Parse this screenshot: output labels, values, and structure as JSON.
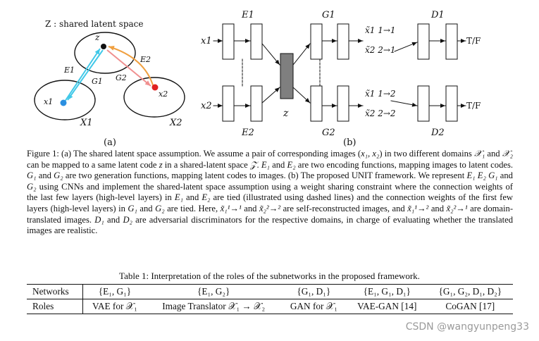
{
  "figure_a": {
    "title": "Z : shared latent space",
    "node_z": "z",
    "node_x1": "x1",
    "node_x2": "x2",
    "domain_1": "X1",
    "domain_2": "X2",
    "edge_e1": "E1",
    "edge_g1": "G1",
    "edge_g2": "G2",
    "edge_e2": "E2",
    "panel_label": "(a)",
    "colors": {
      "e1_arrow": "#40c8e8",
      "e2_arrow": "#f0a040",
      "g_arrow": "#f09090",
      "x1_point": "#2a8fe0",
      "x2_point": "#e02020"
    }
  },
  "figure_b": {
    "input_1": "x1",
    "input_2": "x2",
    "enc_1": "E1",
    "enc_2": "E2",
    "gen_1": "G1",
    "gen_2": "G2",
    "disc_1": "D1",
    "disc_2": "D2",
    "latent": "z",
    "out_11": "x̃1 1→1",
    "out_21": "x̃2 2→1",
    "out_12": "x̃1 1→2",
    "out_22": "x̃2 2→2",
    "tf_1": "T/F",
    "tf_2": "T/F",
    "panel_label": "(b)"
  },
  "caption": {
    "p1": "Figure 1: (a) The shared latent space assumption. We assume a pair of corresponding images (",
    "m1": "x₁, x₂",
    "p2": ") in two different domains ",
    "m2": "𝒳₁",
    "p3": " and ",
    "m3": "𝒳₂",
    "p4": " can be mapped to a same latent code ",
    "m4": "z",
    "p5": " in a shared-latent space ",
    "m5": "𝒵",
    "p6": ". ",
    "m6": "E₁",
    "p7": " and ",
    "m7": "E₂",
    "p8": " are two encoding functions, mapping images to latent codes. ",
    "m8": "G₁",
    "p9": " and ",
    "m9": "G₂",
    "p10": " are two generation functions, mapping latent codes to images. (b) The proposed UNIT framework. We represent ",
    "m10": "E₁ E₂ G₁",
    "p11": " and ",
    "m11": "G₂",
    "p12": " using CNNs and implement the shared-latent space assumption using a weight sharing constraint where the connection weights of the last few layers (high-level layers) in ",
    "m12": "E₁",
    "p13": " and ",
    "m13": "E₂",
    "p14": " are tied (illustrated using dashed lines) and the connection weights of the first few layers (high-level layers) in ",
    "m14": "G₁",
    "p15": " and ",
    "m15": "G₂",
    "p16": " are tied. Here, ",
    "m16": "x̃₁¹→¹",
    "p17": " and ",
    "m17": "x̃₂²→²",
    "p18": " are self-reconstructed images, and ",
    "m18": "x̃₁¹→²",
    "p19": " and ",
    "m19": "x̃₂²→¹",
    "p20": " are domain-translated images. ",
    "m20": "D₁",
    "p21": " and ",
    "m21": "D₂",
    "p22": " are adversarial discriminators for the respective domains, in charge of evaluating whether the translated images are realistic."
  },
  "table": {
    "title": "Table 1: Interpretation of the roles of the subnetworks in the proposed framework.",
    "header": [
      "Networks",
      "{E₁, G₁}",
      "{E₁, G₂}",
      "{G₁, D₁}",
      "{E₁, G₁, D₁}",
      "{G₁, G₂, D₁, D₂}"
    ],
    "roles": [
      "Roles",
      "VAE for 𝒳₁",
      "Image Translator 𝒳₁ → 𝒳₂",
      "GAN for 𝒳₁",
      "VAE-GAN [14]",
      "CoGAN [17]"
    ]
  },
  "watermark": "CSDN @wangyunpeng33"
}
